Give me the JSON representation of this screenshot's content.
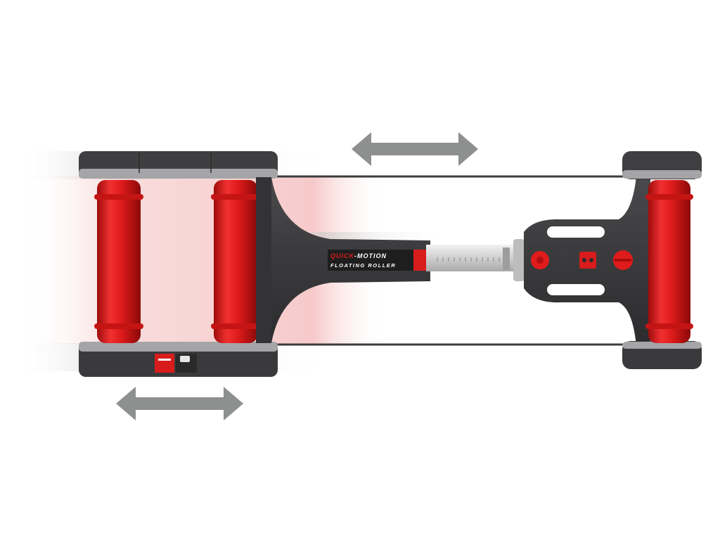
{
  "product": {
    "brand_part_1": "QUICK",
    "brand_part_2": "-MOTION",
    "subtitle": "FLOATING ROLLER"
  },
  "colors": {
    "background": "#ffffff",
    "roller_red": "#e01b1b",
    "frame_dark": "#3a3a3c",
    "arrow_gray": "#8e9090",
    "rail_silver": "#d8d8d8"
  }
}
